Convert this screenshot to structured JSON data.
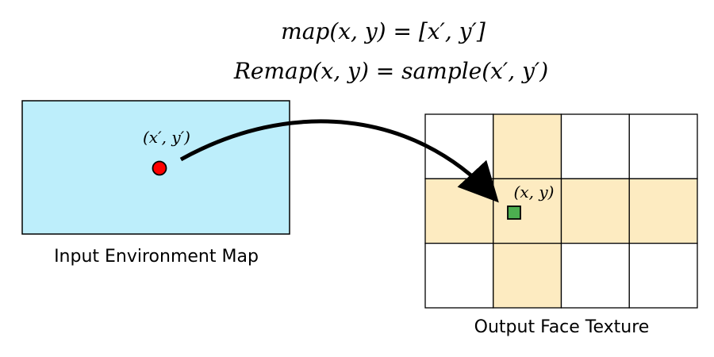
{
  "equations": {
    "map": "map(x, y) = [x′, y′]",
    "remap": "Remap(x, y) = sample(x′, y′)"
  },
  "input_map": {
    "label": "Input Environment Map",
    "point_label": "(x′, y′)",
    "fill_color": "#bdeefb",
    "point_color": "#ff0000"
  },
  "output_texture": {
    "label": "Output Face Texture",
    "point_label": "(x, y)",
    "grid": {
      "rows": 3,
      "cols": 4,
      "highlighted_cells": [
        [
          0,
          1
        ],
        [
          1,
          0
        ],
        [
          1,
          1
        ],
        [
          1,
          2
        ],
        [
          1,
          3
        ],
        [
          2,
          1
        ]
      ]
    },
    "highlight_color": "#fdebc1",
    "point_color": "#4caf50"
  }
}
